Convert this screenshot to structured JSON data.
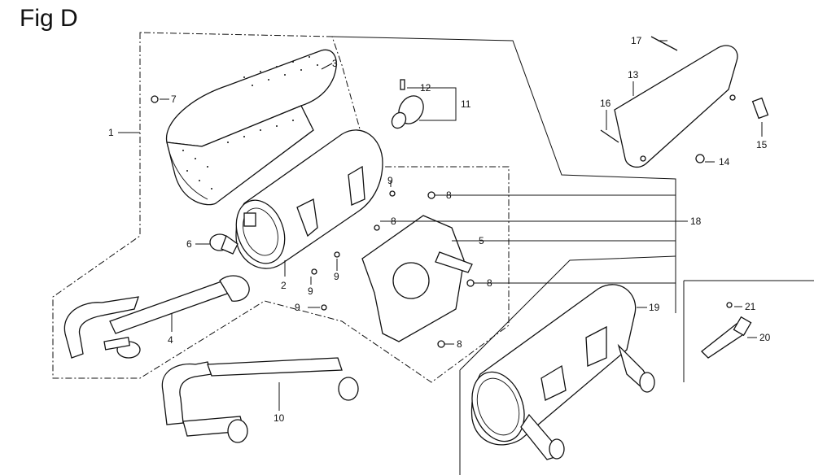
{
  "figure": {
    "title": "Fig D"
  },
  "callouts": [
    {
      "id": "c1",
      "label": "1"
    },
    {
      "id": "c2",
      "label": "2"
    },
    {
      "id": "c3",
      "label": "3"
    },
    {
      "id": "c4",
      "label": "4"
    },
    {
      "id": "c5",
      "label": "5"
    },
    {
      "id": "c6",
      "label": "6"
    },
    {
      "id": "c7",
      "label": "7"
    },
    {
      "id": "c8a",
      "label": "8"
    },
    {
      "id": "c8b",
      "label": "8"
    },
    {
      "id": "c8c",
      "label": "8"
    },
    {
      "id": "c8d",
      "label": "8"
    },
    {
      "id": "c9a",
      "label": "9"
    },
    {
      "id": "c9b",
      "label": "9"
    },
    {
      "id": "c9c",
      "label": "9"
    },
    {
      "id": "c9d",
      "label": "9"
    },
    {
      "id": "c10",
      "label": "10"
    },
    {
      "id": "c11",
      "label": "11"
    },
    {
      "id": "c12",
      "label": "12"
    },
    {
      "id": "c13",
      "label": "13"
    },
    {
      "id": "c14",
      "label": "14"
    },
    {
      "id": "c15",
      "label": "15"
    },
    {
      "id": "c16",
      "label": "16"
    },
    {
      "id": "c17",
      "label": "17"
    },
    {
      "id": "c18",
      "label": "18"
    },
    {
      "id": "c19",
      "label": "19"
    },
    {
      "id": "c20",
      "label": "20"
    },
    {
      "id": "c21",
      "label": "21"
    }
  ]
}
